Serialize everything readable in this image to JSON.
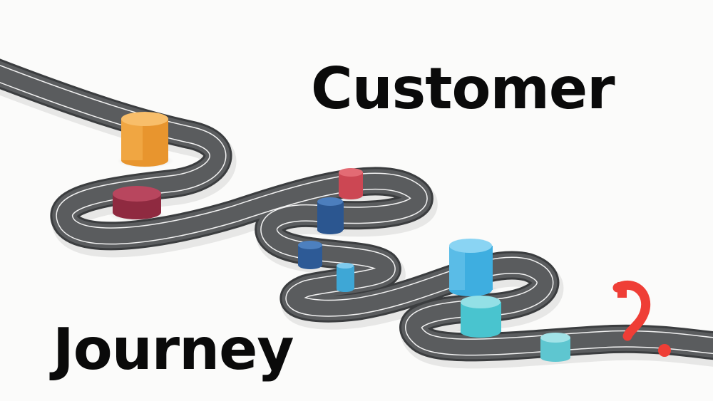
{
  "headline": {
    "line1": "Customer",
    "line2": "Journey"
  },
  "colors": {
    "road": "#5a5c5e",
    "road_edge": "#3b3d3f",
    "lane": "#f2f2f2",
    "orange": "#f0a43c",
    "crimson": "#a8344d",
    "red": "#d9545e",
    "navy": "#315f9b",
    "sky": "#58b8e3",
    "teal": "#7dd4dc",
    "logo": "#ef3e36"
  },
  "logo": {
    "mark": "logo-mark"
  }
}
